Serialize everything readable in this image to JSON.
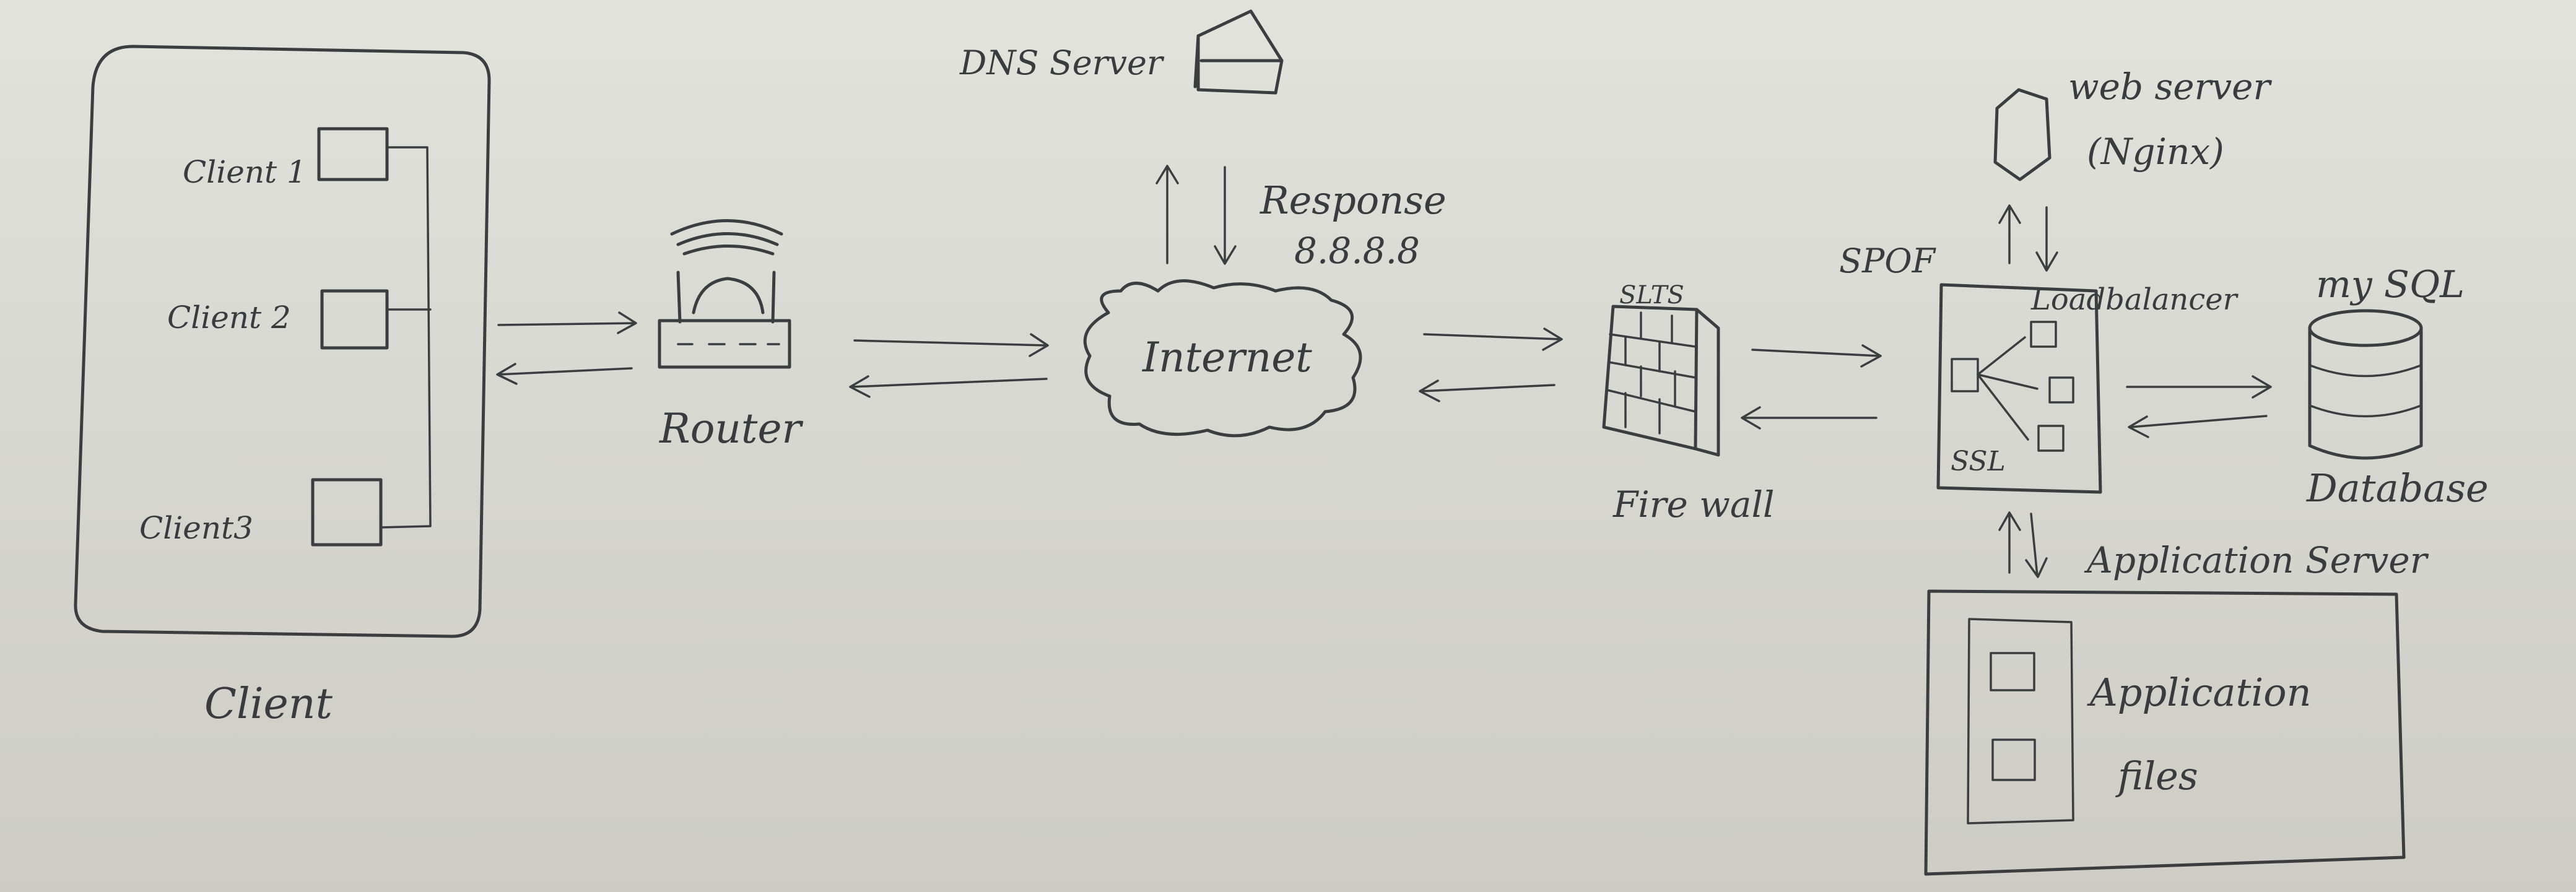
{
  "client_group": {
    "clients": [
      "Client 1",
      "Client 2",
      "Client3"
    ],
    "label": "Client"
  },
  "router": {
    "label": "Router"
  },
  "dns": {
    "label": "DNS Server",
    "response_label": "Response",
    "ip_address": "8.8.8.8"
  },
  "internet": {
    "label": "Internet"
  },
  "firewall": {
    "label": "Fire wall",
    "top_mark": "SLTS"
  },
  "load_balancer": {
    "label": "Loadbalancer",
    "spof_label": "SPOF",
    "ssl_label": "SSL"
  },
  "web_server": {
    "label": "web server",
    "sublabel": "(Nginx)"
  },
  "database": {
    "top_label": "my SQL",
    "label": "Database"
  },
  "app_server": {
    "label": "Application Server",
    "files_line1": "Application",
    "files_line2": "files"
  },
  "colors": {
    "ink": "#3c3d3f",
    "paper": "#dcdcd6"
  }
}
